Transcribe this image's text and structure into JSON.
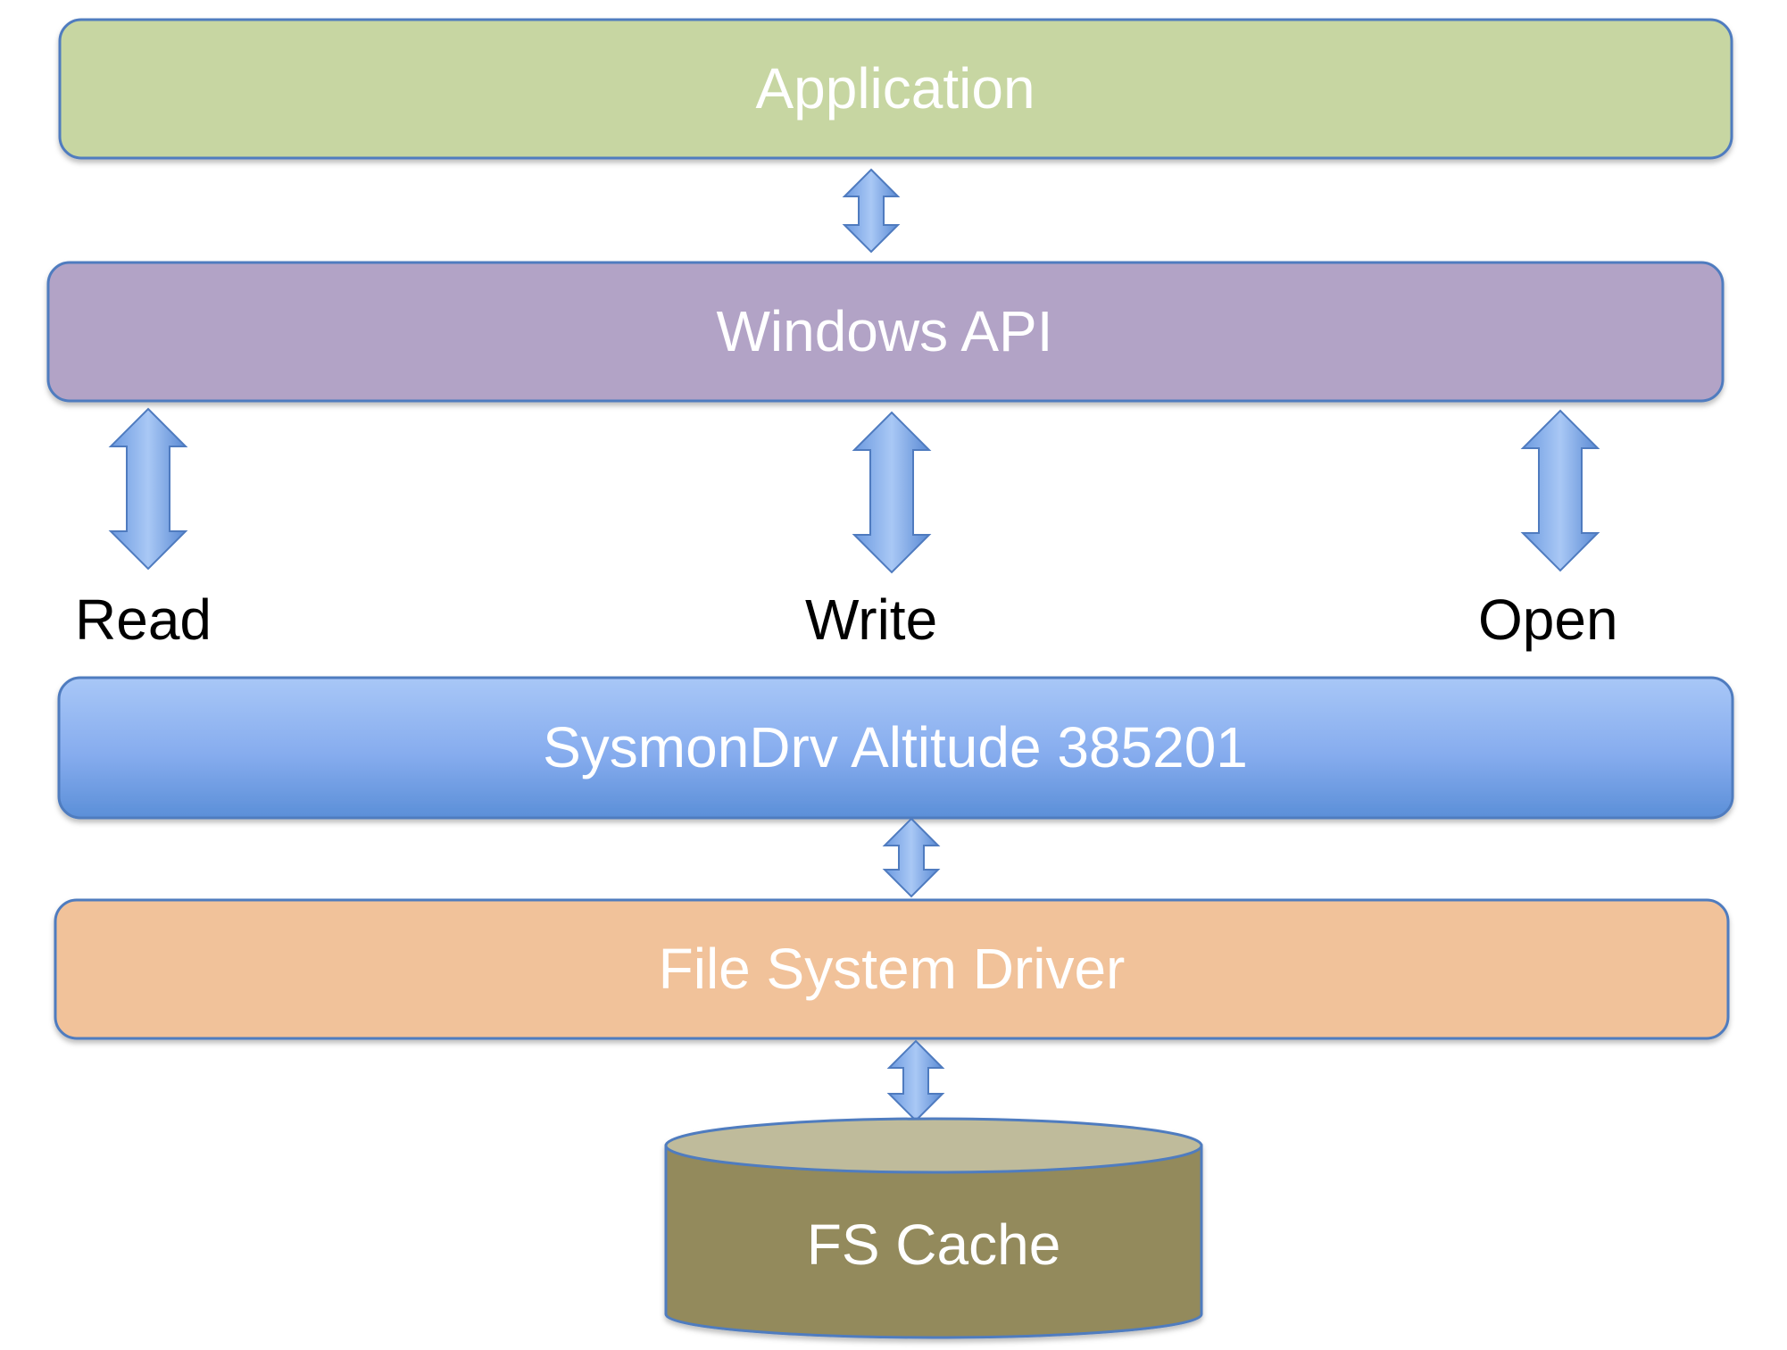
{
  "layers": {
    "application": {
      "label": "Application",
      "color": "#c7d6a2"
    },
    "windows_api": {
      "label": "Windows API",
      "color": "#b2a3c6"
    },
    "sysmondrv": {
      "label": "SysmonDrv Altitude 385201",
      "color_top": "#a5c4f6",
      "color_bottom": "#5a8fd8"
    },
    "file_system_driver": {
      "label": "File System Driver",
      "color": "#f1c29a"
    },
    "fs_cache": {
      "label": "FS Cache",
      "color_body": "#938a5b",
      "color_top": "#bfbb9b"
    }
  },
  "operations": {
    "read": "Read",
    "write": "Write",
    "open": "Open"
  },
  "colors": {
    "border": "#4f7bbf",
    "arrow_light": "#a7c6f4",
    "arrow_dark": "#5c8fd9"
  }
}
